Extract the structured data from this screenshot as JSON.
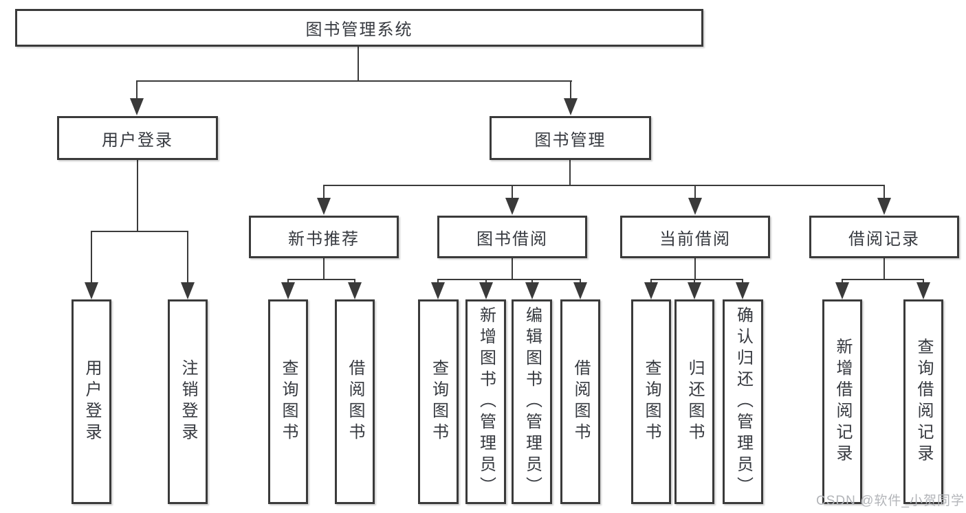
{
  "tree": {
    "root": {
      "label": "图书管理系统"
    },
    "branches": [
      {
        "label": "用户登录",
        "children": [
          {
            "label": "用户登录"
          },
          {
            "label": "注销登录"
          }
        ]
      },
      {
        "label": "图书管理",
        "children": [
          {
            "label": "新书推荐",
            "children": [
              {
                "label": "查询图书"
              },
              {
                "label": "借阅图书"
              }
            ]
          },
          {
            "label": "图书借阅",
            "children": [
              {
                "label": "查询图书"
              },
              {
                "label": "新增图书（管理员）"
              },
              {
                "label": "编辑图书（管理员）"
              },
              {
                "label": "借阅图书"
              }
            ]
          },
          {
            "label": "当前借阅",
            "children": [
              {
                "label": "查询图书"
              },
              {
                "label": "归还图书"
              },
              {
                "label": "确认归还（管理员）"
              }
            ]
          },
          {
            "label": "借阅记录",
            "children": [
              {
                "label": "新增借阅记录"
              },
              {
                "label": "查询借阅记录"
              }
            ]
          }
        ]
      }
    ]
  },
  "watermark": {
    "text": "CSDN @软件_小贺同学"
  },
  "colors": {
    "line": "#3a3a3a",
    "box_border": "#3a3a3a",
    "box_fill": "#ffffff",
    "text": "#36393f",
    "watermark": "#b3b5b9",
    "background": "#ffffff"
  }
}
